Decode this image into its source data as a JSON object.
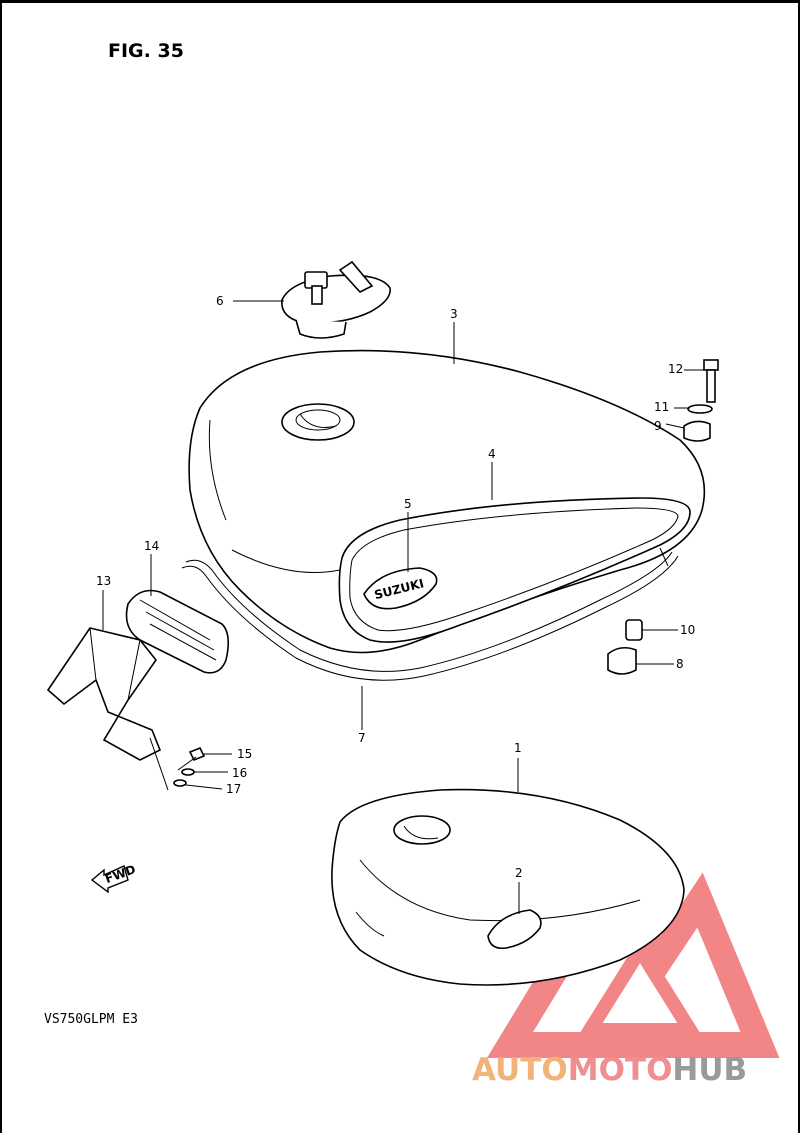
{
  "figure": {
    "title": "FIG. 35",
    "model": "VS750GLPM E3"
  },
  "callouts": [
    "1",
    "2",
    "3",
    "4",
    "5",
    "6",
    "7",
    "8",
    "9",
    "10",
    "11",
    "12",
    "13",
    "14",
    "15",
    "16",
    "17"
  ],
  "fwd_label": "FWD",
  "tank_emblem": "SUZUKI",
  "watermark": {
    "part1": "AUTO",
    "part2": "MOTO",
    "part3": "HUB",
    "colors": {
      "auto": "#f2b37a",
      "moto": "#ef8f8f",
      "hub": "#9a9a9a",
      "logo": "#f07070"
    }
  }
}
